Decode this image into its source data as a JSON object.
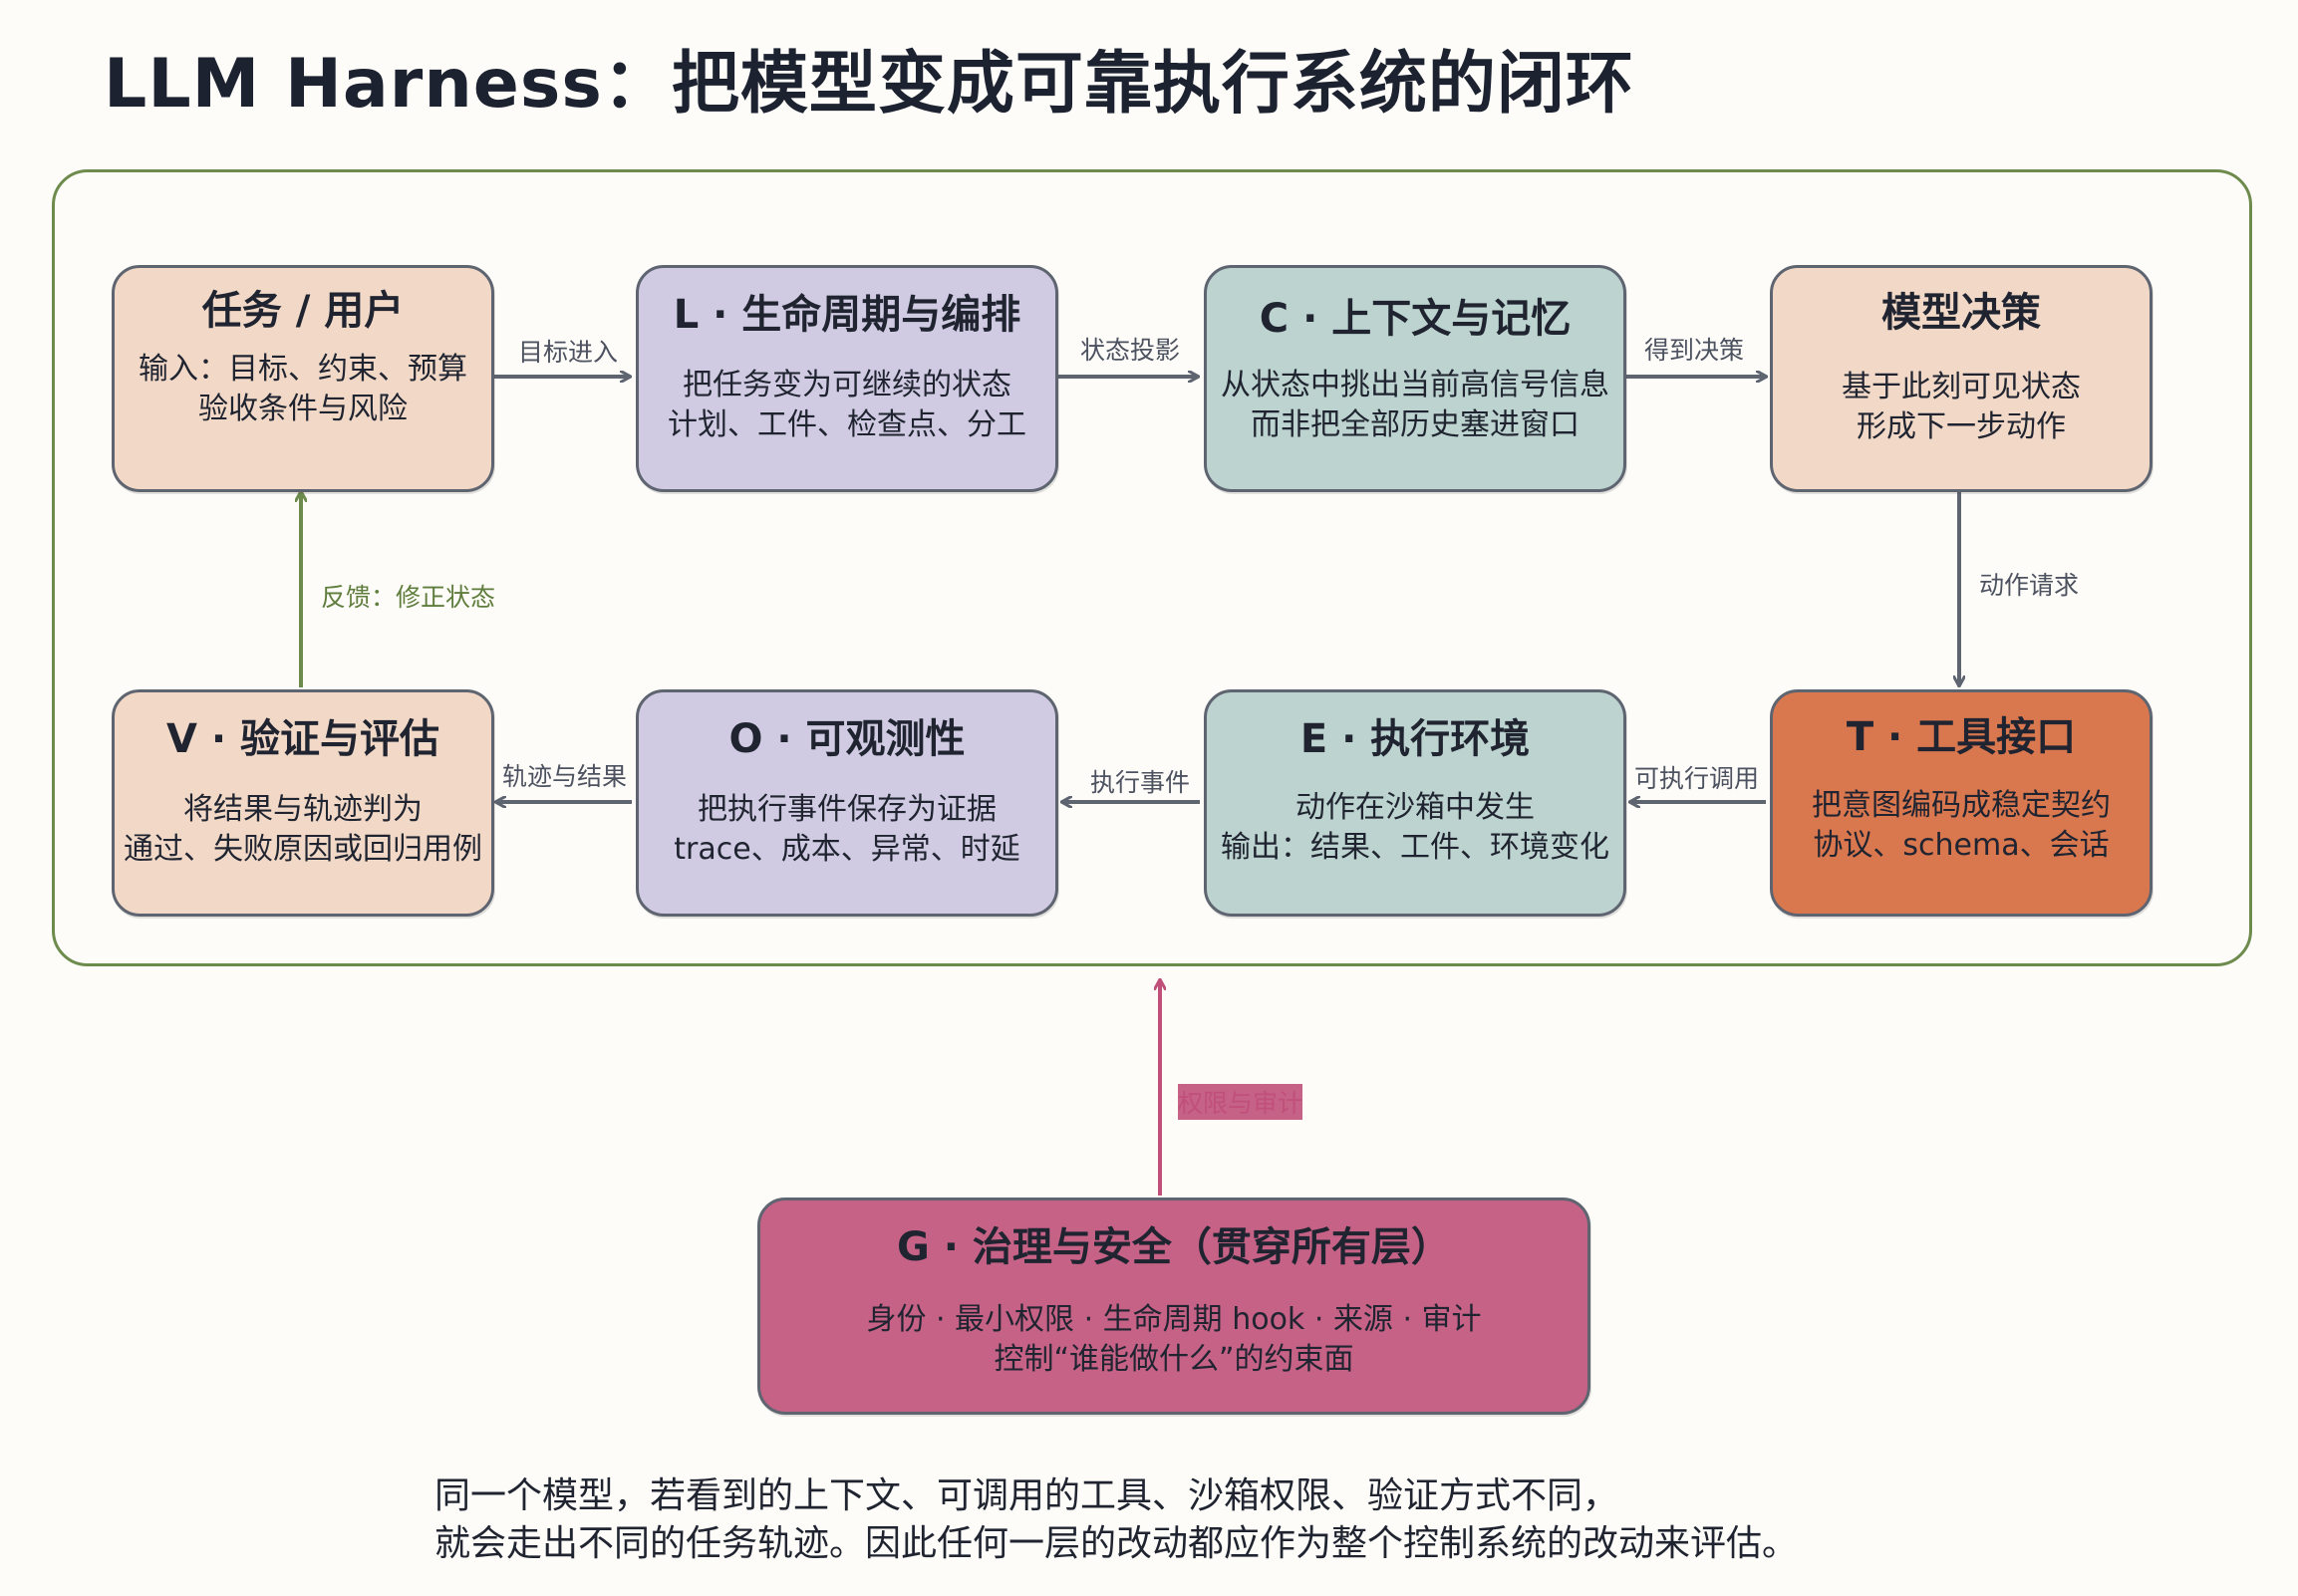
{
  "title": "LLM Harness：把模型变成可靠执行系统的闭环",
  "nodes": {
    "task": {
      "title": "任务 / 用户",
      "lines": [
        "输入：目标、约束、预算",
        "验收条件与风险"
      ]
    },
    "lifecycle": {
      "title": "L · 生命周期与编排",
      "lines": [
        "把任务变为可继续的状态",
        "计划、工件、检查点、分工"
      ]
    },
    "context": {
      "title": "C · 上下文与记忆",
      "lines": [
        "从状态中挑出当前高信号信息",
        "而非把全部历史塞进窗口"
      ]
    },
    "decision": {
      "title": "模型决策",
      "lines": [
        "基于此刻可见状态",
        "形成下一步动作"
      ]
    },
    "tools": {
      "title": "T · 工具接口",
      "lines": [
        "把意图编码成稳定契约",
        "协议、schema、会话"
      ]
    },
    "exec": {
      "title": "E · 执行环境",
      "lines": [
        "动作在沙箱中发生",
        "输出：结果、工件、环境变化"
      ]
    },
    "observe": {
      "title": "O · 可观测性",
      "lines": [
        "把执行事件保存为证据",
        "trace、成本、异常、时延"
      ]
    },
    "verify": {
      "title": "V · 验证与评估",
      "lines": [
        "将结果与轨迹判为",
        "通过、失败原因或回归用例"
      ]
    },
    "governance": {
      "title": "G · 治理与安全（贯穿所有层）",
      "lines": [
        "身份 · 最小权限 · 生命周期 hook · 来源 · 审计",
        "控制“谁能做什么”的约束面"
      ]
    }
  },
  "edges": {
    "task_to_lifecycle": "目标进入",
    "lifecycle_to_context": "状态投影",
    "context_to_decision": "得到决策",
    "decision_to_tools": "动作请求",
    "tools_to_exec": "可执行调用",
    "exec_to_observe": "执行事件",
    "observe_to_verify": "轨迹与结果",
    "verify_to_task": "反馈：修正状态",
    "governance_to_loop": "权限与审计"
  },
  "caption": [
    "同一个模型，若看到的上下文、可调用的工具、沙箱权限、验证方式不同，",
    "就会走出不同的任务轨迹。因此任何一层的改动都应作为整个控制系统的改动来评估。"
  ],
  "colors": {
    "frame": "#6e8b4e",
    "peach": "#f2d9c7",
    "lavender": "#d0cbe2",
    "teal": "#bcd3cf",
    "orange": "#d9774f",
    "pink": "#c56285",
    "arrow": "#5e6470",
    "feedback_arrow": "#6e8b4e",
    "governance_arrow": "#c0507a"
  }
}
